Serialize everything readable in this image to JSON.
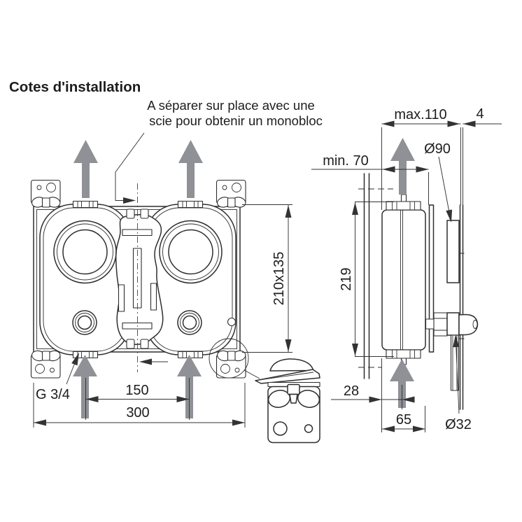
{
  "title": "Cotes d'installation",
  "annotation": {
    "line1": "A séparer sur place avec une",
    "line2": "scie pour obtenir un monobloc"
  },
  "labels": {
    "max_wall": "max.110",
    "panel": "4",
    "min_wall": "min. 70",
    "escutcheon": "Ø90",
    "cutout": "210x135",
    "body_height": "219",
    "center_offset": "28",
    "depth": "65",
    "spout": "Ø32",
    "thread": "G 3/4",
    "spacing": "150",
    "width": "300"
  },
  "colors": {
    "line": "#2e2e2e",
    "dimension": "#333333",
    "text": "#1d1d1d",
    "flow_arrow": "#8f9196",
    "background": "#ffffff"
  }
}
